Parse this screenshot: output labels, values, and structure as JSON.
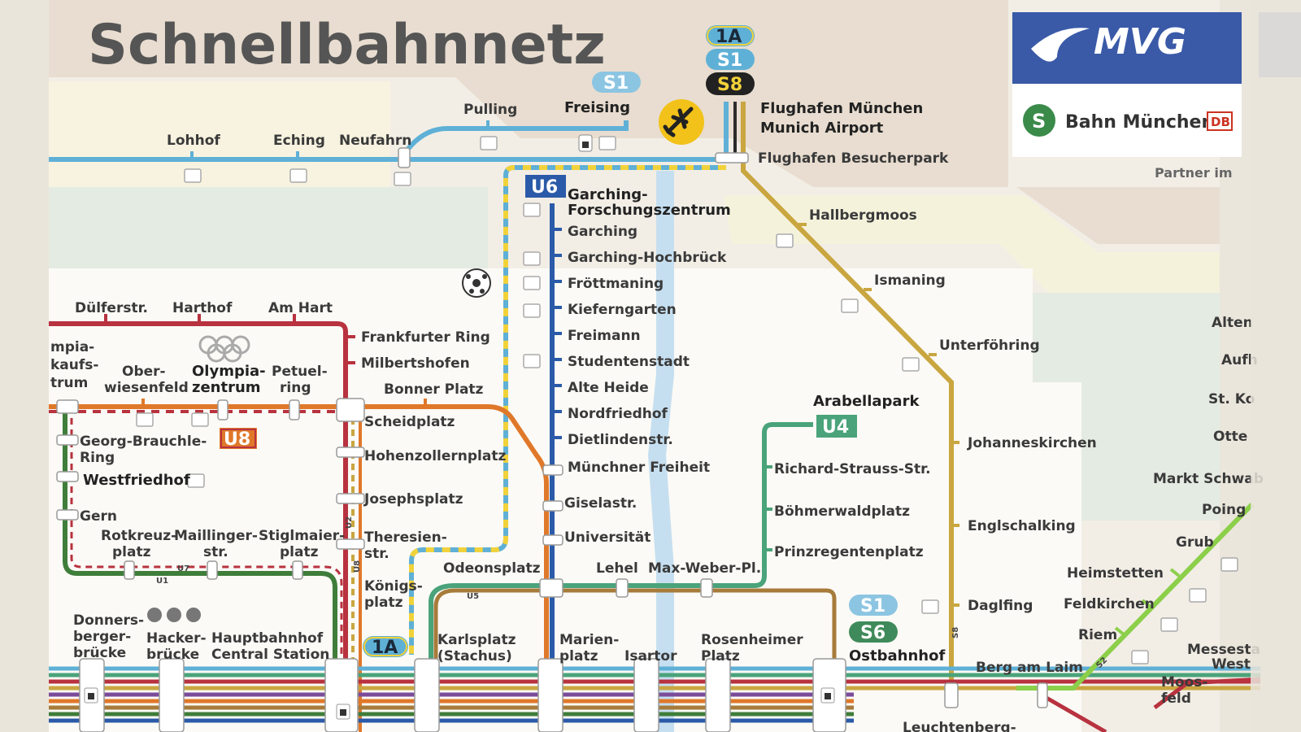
{
  "title": "Schnellbahnnetz",
  "logo": {
    "mvg": "MVG",
    "sbahn": "Bahn München",
    "db": "DB",
    "partner": "Partner im"
  },
  "colors": {
    "s_line": "#5fb0d6",
    "u6": "#2b5aa8",
    "u4": "#4aa37a",
    "u1": "#3f7d3a",
    "u2": "#b8323f",
    "u3": "#e0782a",
    "u5": "#a77b3a",
    "s8": "#c9a640",
    "u8": "#e0782a"
  },
  "badges": {
    "s1_top": "S1",
    "s1_mid": "S1",
    "s8": "S8",
    "a1_top": "1A",
    "u6": "U6",
    "u4": "U4",
    "u8": "U8",
    "a1_bottom": "1A",
    "s1_east": "S1",
    "s6_east": "S6"
  },
  "stations": {
    "lohhof": "Lohhof",
    "eching": "Eching",
    "neufahrn": "Neufahrn",
    "pulling": "Pulling",
    "freising": "Freising",
    "airport1": "Flughafen München",
    "airport2": "Munich Airport",
    "besucherpark": "Flughafen Besucherpark",
    "hallbergmoos": "Hallbergmoos",
    "ismaning": "Ismaning",
    "unterfoehring": "Unterföhring",
    "johanneskirchen": "Johanneskirchen",
    "englschalking": "Englschalking",
    "daglfing": "Daglfing",
    "garching_fz1": "Garching-",
    "garching_fz2": "Forschungszentrum",
    "garching": "Garching",
    "garching_hb": "Garching-Hochbrück",
    "froettmaning": "Fröttmaning",
    "kieferngarten": "Kieferngarten",
    "freimann": "Freimann",
    "studentenstadt": "Studentenstadt",
    "alte_heide": "Alte Heide",
    "nordfriedhof": "Nordfriedhof",
    "dietlindenstr": "Dietlindenstr.",
    "muenchner_freiheit": "Münchner Freiheit",
    "giselastr": "Giselastr.",
    "universitaet": "Universität",
    "odeonsplatz": "Odeonsplatz",
    "lehel": "Lehel",
    "max_weber": "Max-Weber-Pl.",
    "arabellapark": "Arabellapark",
    "richard_strauss": "Richard-Strauss-Str.",
    "boehmerwald": "Böhmerwaldplatz",
    "prinzregenten": "Prinzregentenplatz",
    "ostbahnhof": "Ostbahnhof",
    "duelferstr": "Dülferstr.",
    "harthof": "Harthof",
    "am_hart": "Am Hart",
    "frankfurter_ring": "Frankfurter Ring",
    "milbertshofen": "Milbertshofen",
    "bonner_platz": "Bonner Platz",
    "scheidplatz": "Scheidplatz",
    "hohenzollernplatz": "Hohenzollernplatz",
    "josephsplatz": "Josephsplatz",
    "theresien1": "Theresien-",
    "theresien2": "str.",
    "koenigs1": "Königs-",
    "koenigs2": "platz",
    "olympia_ek1": "mpia-",
    "olympia_ek2": "kaufs-",
    "olympia_ek3": "trum",
    "oberwiesenfeld1": "Ober-",
    "oberwiesenfeld2": "wiesenfeld",
    "olympiazentrum1": "Olympia-",
    "olympiazentrum2": "zentrum",
    "petuelring1": "Petuel-",
    "petuelring2": "ring",
    "georg1": "Georg-Brauchle-",
    "georg2": "Ring",
    "westfriedhof": "Westfriedhof",
    "gern": "Gern",
    "rotkreuz1": "Rotkreuz-",
    "rotkreuz2": "platz",
    "maillinger1": "Maillinger-",
    "maillinger2": "str.",
    "stiglmaier1": "Stiglmaier-",
    "stiglmaier2": "platz",
    "donners1": "Donners-",
    "donners2": "berger-",
    "donners3": "brücke",
    "hacker1": "Hacker-",
    "hacker2": "brücke",
    "hbf1": "Hauptbahnhof",
    "hbf2": "Central Station",
    "karlsplatz1": "Karlsplatz",
    "karlsplatz2": "(Stachus)",
    "marien1": "Marien-",
    "marien2": "platz",
    "isartor": "Isartor",
    "rosenheimer1": "Rosenheimer",
    "rosenheimer2": "Platz",
    "berg_am_laim": "Berg am Laim",
    "leuchtenberg": "Leuchtenberg-",
    "alten": "Alten",
    "aufh": "Aufh",
    "st_ko": "St. Ko",
    "otten": "Otte",
    "markt_schwab": "Markt Schwab",
    "poing": "Poing",
    "grub": "Grub",
    "heimstetten": "Heimstetten",
    "feldkirchen": "Feldkirchen",
    "riem": "Riem",
    "messe1": "Messesta",
    "messe2": "West",
    "moos1": "Moos-",
    "moos2": "feld"
  },
  "line_tags": {
    "u2": "U2",
    "u1": "U1",
    "u7": "U7",
    "u5": "U5",
    "u8v": "U8",
    "s8v": "S8",
    "s2": "S2"
  },
  "icons": {
    "airport": "airplane-icon",
    "pr": "park-and-ride-icon",
    "lock": "lock-icon",
    "stadium": "football-icon",
    "olympic": "olympic-rings-icon"
  }
}
